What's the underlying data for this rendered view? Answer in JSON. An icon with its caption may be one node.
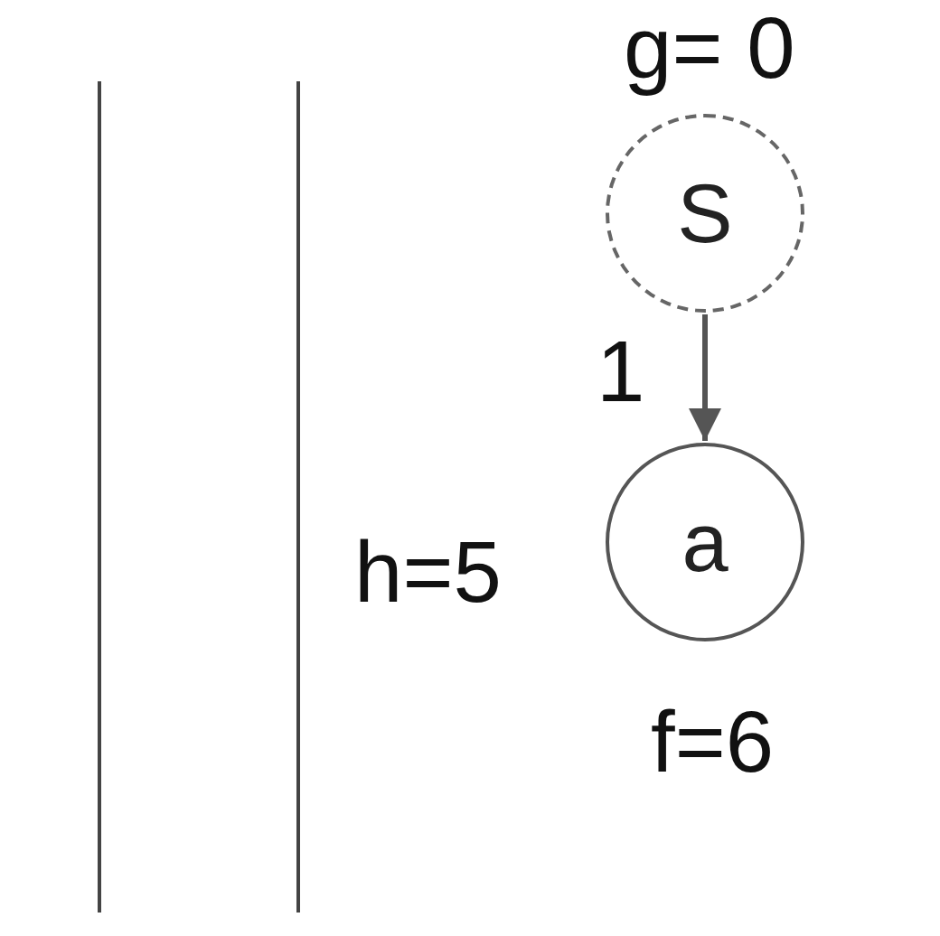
{
  "diagram": {
    "nodes": [
      {
        "text": [
          "S"
        ],
        "beside": [
          "g= 0"
        ]
      },
      {
        "text": [
          "a"
        ],
        "beside": [
          "h=5",
          "f=6"
        ]
      }
    ],
    "edges": [
      {
        "from": 0,
        "to": 1,
        "arrow": "to",
        "label": "1"
      }
    ]
  }
}
